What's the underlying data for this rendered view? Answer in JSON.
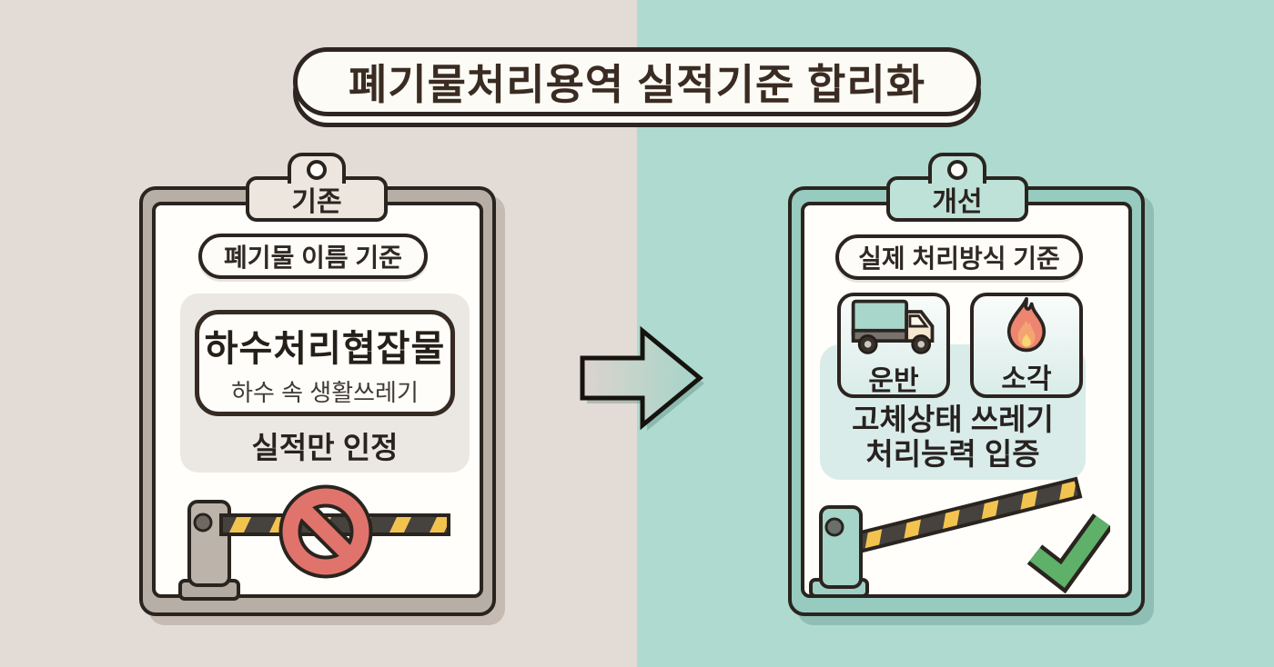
{
  "title": "폐기물처리용역 실적기준 합리화",
  "palette": {
    "bg_left": "#e3dbd5",
    "bg_right": "#aedacf",
    "outline": "#2b2420",
    "prohibit_red": "#e0746c",
    "check_green": "#5fb069",
    "stripe_yellow": "#f3c350",
    "frame_left": "#b7aea5",
    "frame_right": "#97cbc0"
  },
  "before": {
    "tab_label": "기존",
    "criteria_label": "폐기물 이름 기준",
    "waste_name": "하수처리협잡물",
    "waste_desc": "하수 속 생활쓰레기",
    "note": "실적만 인정",
    "icons": [
      "barrier-closed-icon",
      "prohibition-icon"
    ]
  },
  "after": {
    "tab_label": "개선",
    "criteria_label": "실제 처리방식 기준",
    "methods": [
      {
        "label": "운반",
        "icon": "truck-icon"
      },
      {
        "label": "소각",
        "icon": "flame-icon"
      }
    ],
    "note_lines": [
      "고체상태 쓰레기",
      "처리능력 입증"
    ],
    "icons": [
      "barrier-open-icon",
      "checkmark-icon"
    ]
  }
}
